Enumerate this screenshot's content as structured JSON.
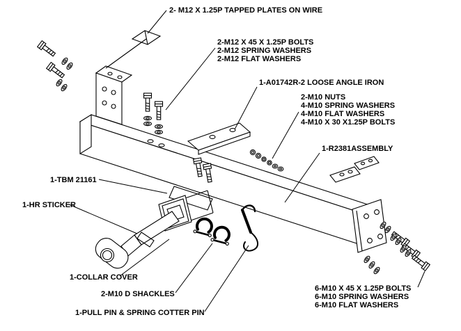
{
  "diagram": {
    "type": "exploded-parts-diagram",
    "subject": "tow bar hitch assembly fitting instructions drawing",
    "colors": {
      "background": "#ffffff",
      "line": "#000000",
      "plate_shade": "#8c8c8c",
      "sticker_shade": "#aaaaaa"
    },
    "callouts": {
      "tapped_plates": "2- M12 X 1.25P TAPPED PLATES ON WIRE",
      "m12_group": [
        "2-M12 X 45 X 1.25P BOLTS",
        "2-M12 SPRING WASHERS",
        "2-M12 FLAT WASHERS"
      ],
      "angle_iron": "1-A01742R-2 LOOSE ANGLE IRON",
      "m10_group_a": [
        "2-M10 NUTS",
        "4-M10 SPRING WASHERS",
        "4-M10 FLAT WASHERS",
        "4-M10 X 30 X1.25P BOLTS"
      ],
      "assembly": "1-R2381ASSEMBLY",
      "tbm_part": "1-TBM 21161",
      "hr_sticker": "1-HR STICKER",
      "collar_cover": "1-COLLAR COVER",
      "d_shackles": "2-M10 D SHACKLES",
      "pull_pin": "1-PULL PIN & SPRING COTTER PIN",
      "m10_group_b": [
        "6-M10 X 45 X 1.25P BOLTS",
        "6-M10 SPRING WASHERS",
        "6-M10 FLAT WASHERS"
      ]
    }
  }
}
